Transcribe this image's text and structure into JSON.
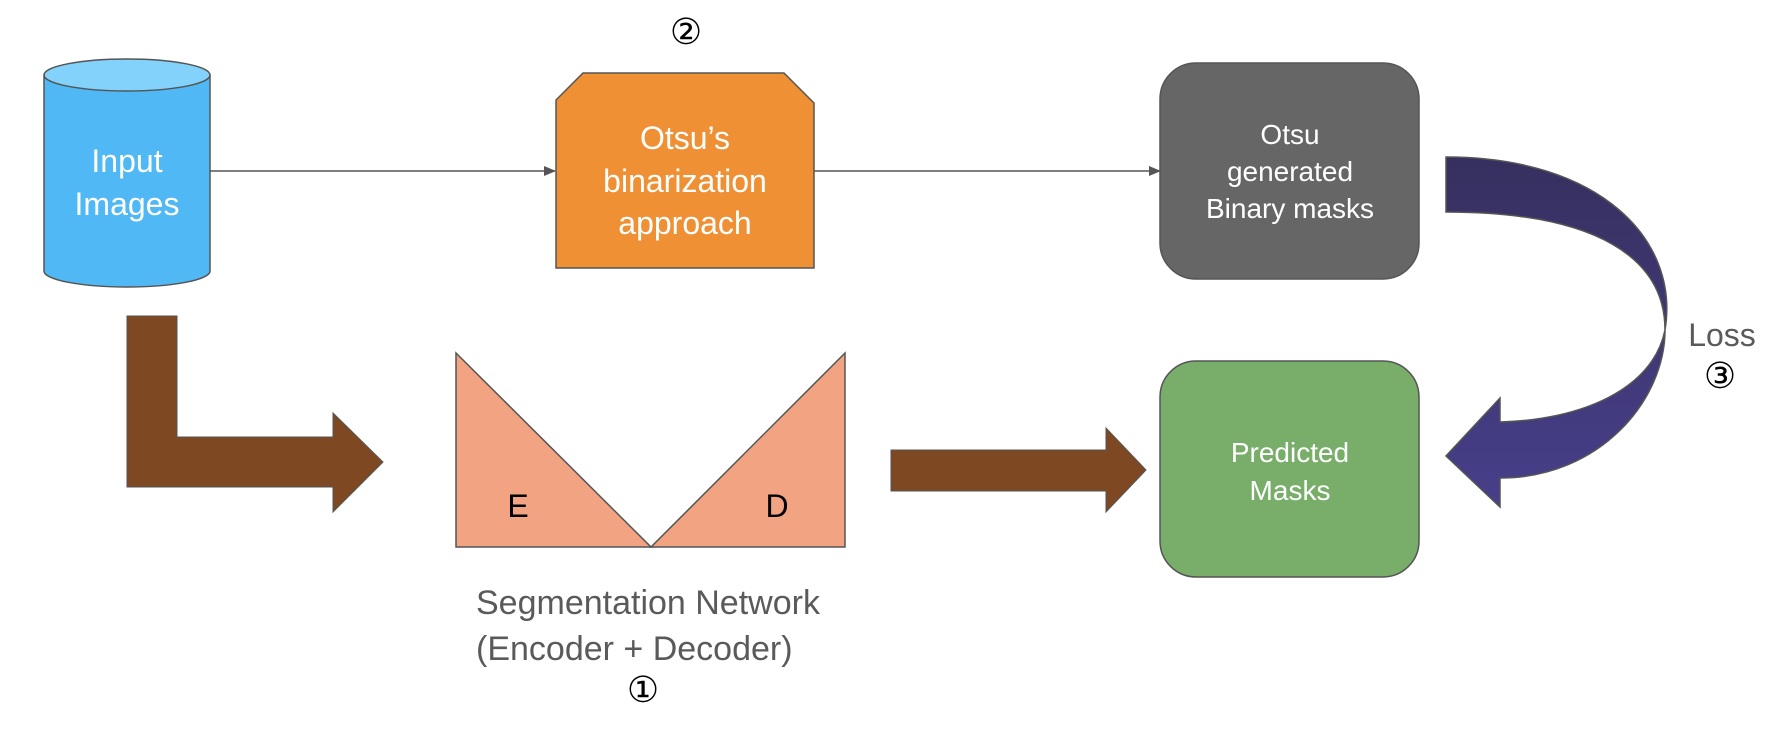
{
  "nodes": {
    "input": {
      "line1": "Input",
      "line2": "Images"
    },
    "otsu": {
      "line1": "Otsu’s",
      "line2": "binarization",
      "line3": "approach",
      "step": "②"
    },
    "binary_masks": {
      "line1": "Otsu",
      "line2": "generated",
      "line3": "Binary masks"
    },
    "predicted": {
      "line1": "Predicted",
      "line2": "Masks"
    },
    "network": {
      "encoder_letter": "E",
      "decoder_letter": "D",
      "caption1": "Segmentation Network",
      "caption2": "(Encoder + Decoder)",
      "step": "①"
    }
  },
  "loss": {
    "label": "Loss",
    "step": "③"
  },
  "colors": {
    "cylinder": "#4fb8f5",
    "cylinder_top": "#82d2fb",
    "otsu_box": "#ef9035",
    "mask_box": "#666666",
    "predicted_box": "#78ae6a",
    "network_triangles": "#f1a382",
    "brown_arrow": "#7d4822",
    "loss_arrow": "#3d3b78",
    "gray_text": "#5a5a5a"
  }
}
